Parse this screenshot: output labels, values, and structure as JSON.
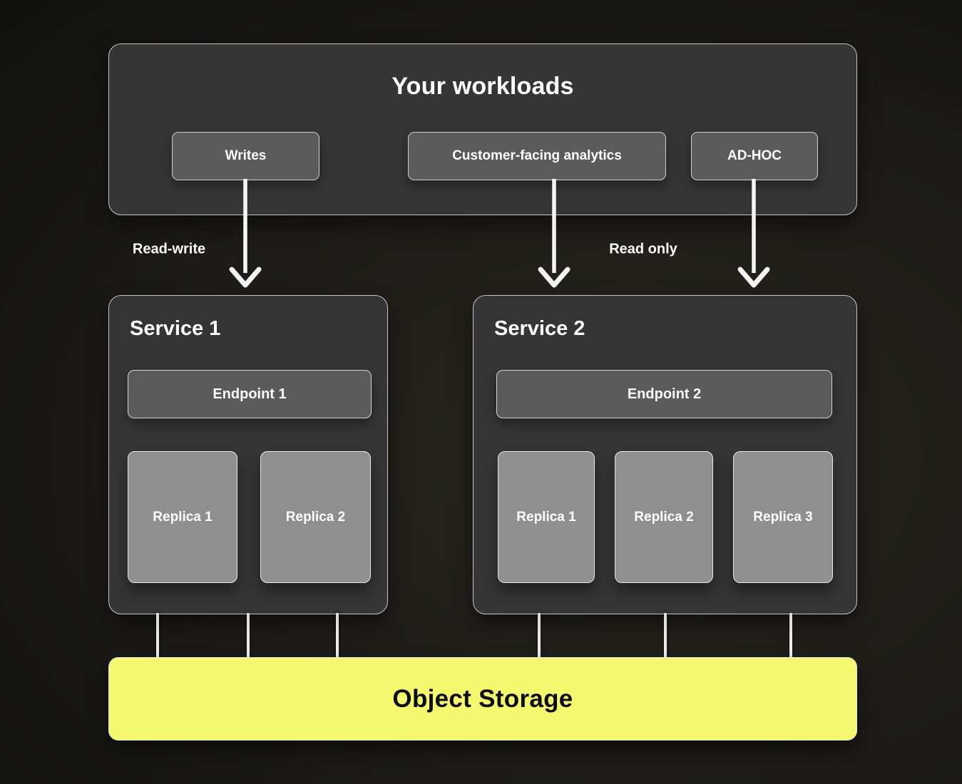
{
  "workloads": {
    "title": "Your workloads",
    "items": [
      {
        "label": "Writes"
      },
      {
        "label": "Customer-facing analytics"
      },
      {
        "label": "AD-HOC"
      }
    ]
  },
  "edges": {
    "read_write_label": "Read-write",
    "read_only_label": "Read only"
  },
  "services": [
    {
      "title": "Service 1",
      "endpoint": "Endpoint 1",
      "replicas": [
        "Replica 1",
        "Replica 2"
      ]
    },
    {
      "title": "Service 2",
      "endpoint": "Endpoint 2",
      "replicas": [
        "Replica 1",
        "Replica 2",
        "Replica 3"
      ]
    }
  ],
  "storage": {
    "label": "Object Storage"
  },
  "colors": {
    "background_dark": "#121210",
    "background_light": "#27261f",
    "panel_gray": "#353535",
    "panel_border": "#c6c6c6",
    "chip_gray": "#5b5b5b",
    "replica_gray": "#8f8f8f",
    "storage_yellow": "#f4f86f",
    "storage_text": "#0d0d0d",
    "text_white": "#ffffff",
    "connector_white": "#f0f0f0"
  }
}
